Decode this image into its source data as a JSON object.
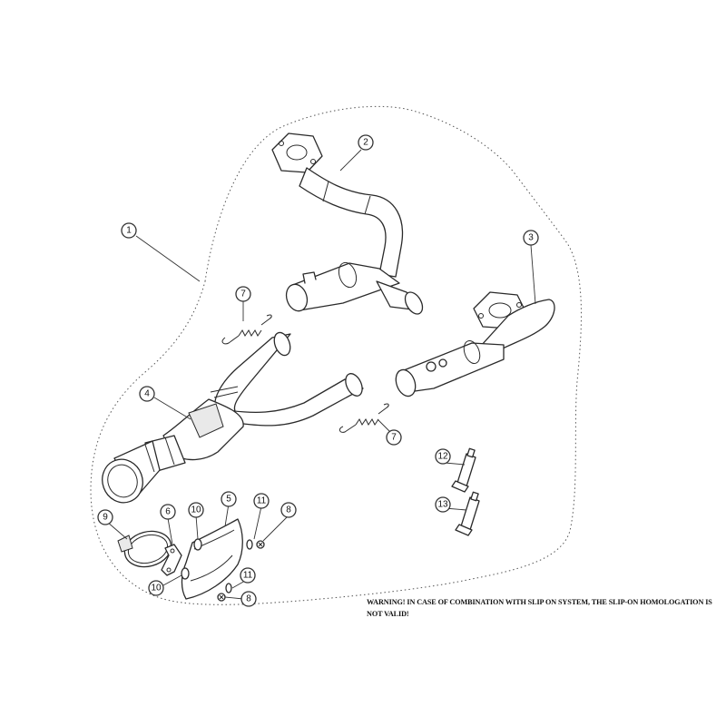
{
  "callouts": [
    {
      "id": "c1",
      "label": "1"
    },
    {
      "id": "c2",
      "label": "2"
    },
    {
      "id": "c3",
      "label": "3"
    },
    {
      "id": "c4",
      "label": "4"
    },
    {
      "id": "c5",
      "label": "5"
    },
    {
      "id": "c6",
      "label": "6"
    },
    {
      "id": "c7a",
      "label": "7"
    },
    {
      "id": "c7b",
      "label": "7"
    },
    {
      "id": "c8a",
      "label": "8"
    },
    {
      "id": "c8b",
      "label": "8"
    },
    {
      "id": "c9",
      "label": "9"
    },
    {
      "id": "c10a",
      "label": "10"
    },
    {
      "id": "c10b",
      "label": "10"
    },
    {
      "id": "c11a",
      "label": "11"
    },
    {
      "id": "c11b",
      "label": "11"
    },
    {
      "id": "c12",
      "label": "12"
    },
    {
      "id": "c13",
      "label": "13"
    }
  ],
  "warning": "WARNING! IN CASE OF COMBINATION WITH SLIP ON SYSTEM, THE SLIP-ON HOMOLOGATION IS NOT VALID!"
}
